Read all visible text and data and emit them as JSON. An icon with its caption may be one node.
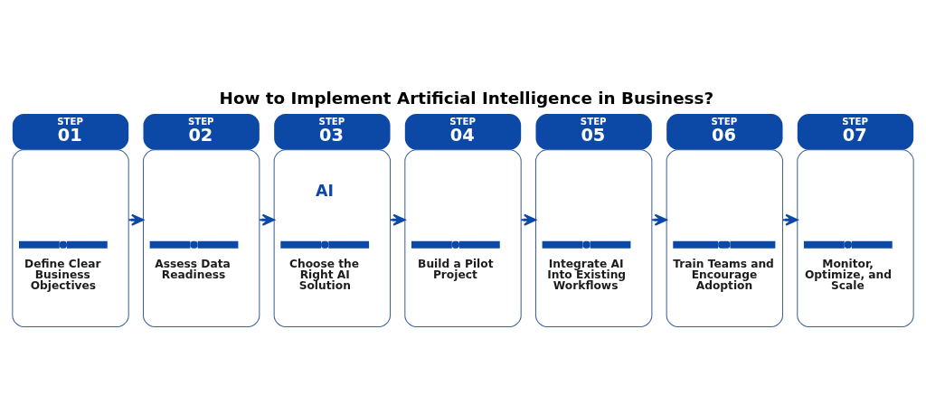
{
  "diagram": {
    "title": "How to Implement Artificial Intelligence in Business?",
    "nodes": [
      {
        "text": [
          "STEP 01",
          "Define Clear Business Objectives"
        ]
      },
      {
        "text": [
          "STEP 02",
          "Assess Data Readiness"
        ]
      },
      {
        "text": [
          "STEP 03",
          "AI",
          "Choose the Right AI Solution"
        ]
      },
      {
        "text": [
          "STEP 04",
          "Build a Pilot Project"
        ]
      },
      {
        "text": [
          "STEP 05",
          "Integrate AI Into Existing Workflows"
        ]
      },
      {
        "text": [
          "STEP 06",
          "Train Teams and Encourage Adoption"
        ]
      },
      {
        "text": [
          "STEP 07",
          "Monitor, Optimize, and Scale"
        ]
      }
    ],
    "edges": [
      {
        "from": 0,
        "to": 1,
        "arrow": "to"
      },
      {
        "from": 1,
        "to": 2,
        "arrow": "to"
      },
      {
        "from": 2,
        "to": 3,
        "arrow": "to"
      },
      {
        "from": 3,
        "to": 4,
        "arrow": "to"
      },
      {
        "from": 4,
        "to": 5,
        "arrow": "to"
      },
      {
        "from": 5,
        "to": 6,
        "arrow": "to"
      }
    ]
  }
}
